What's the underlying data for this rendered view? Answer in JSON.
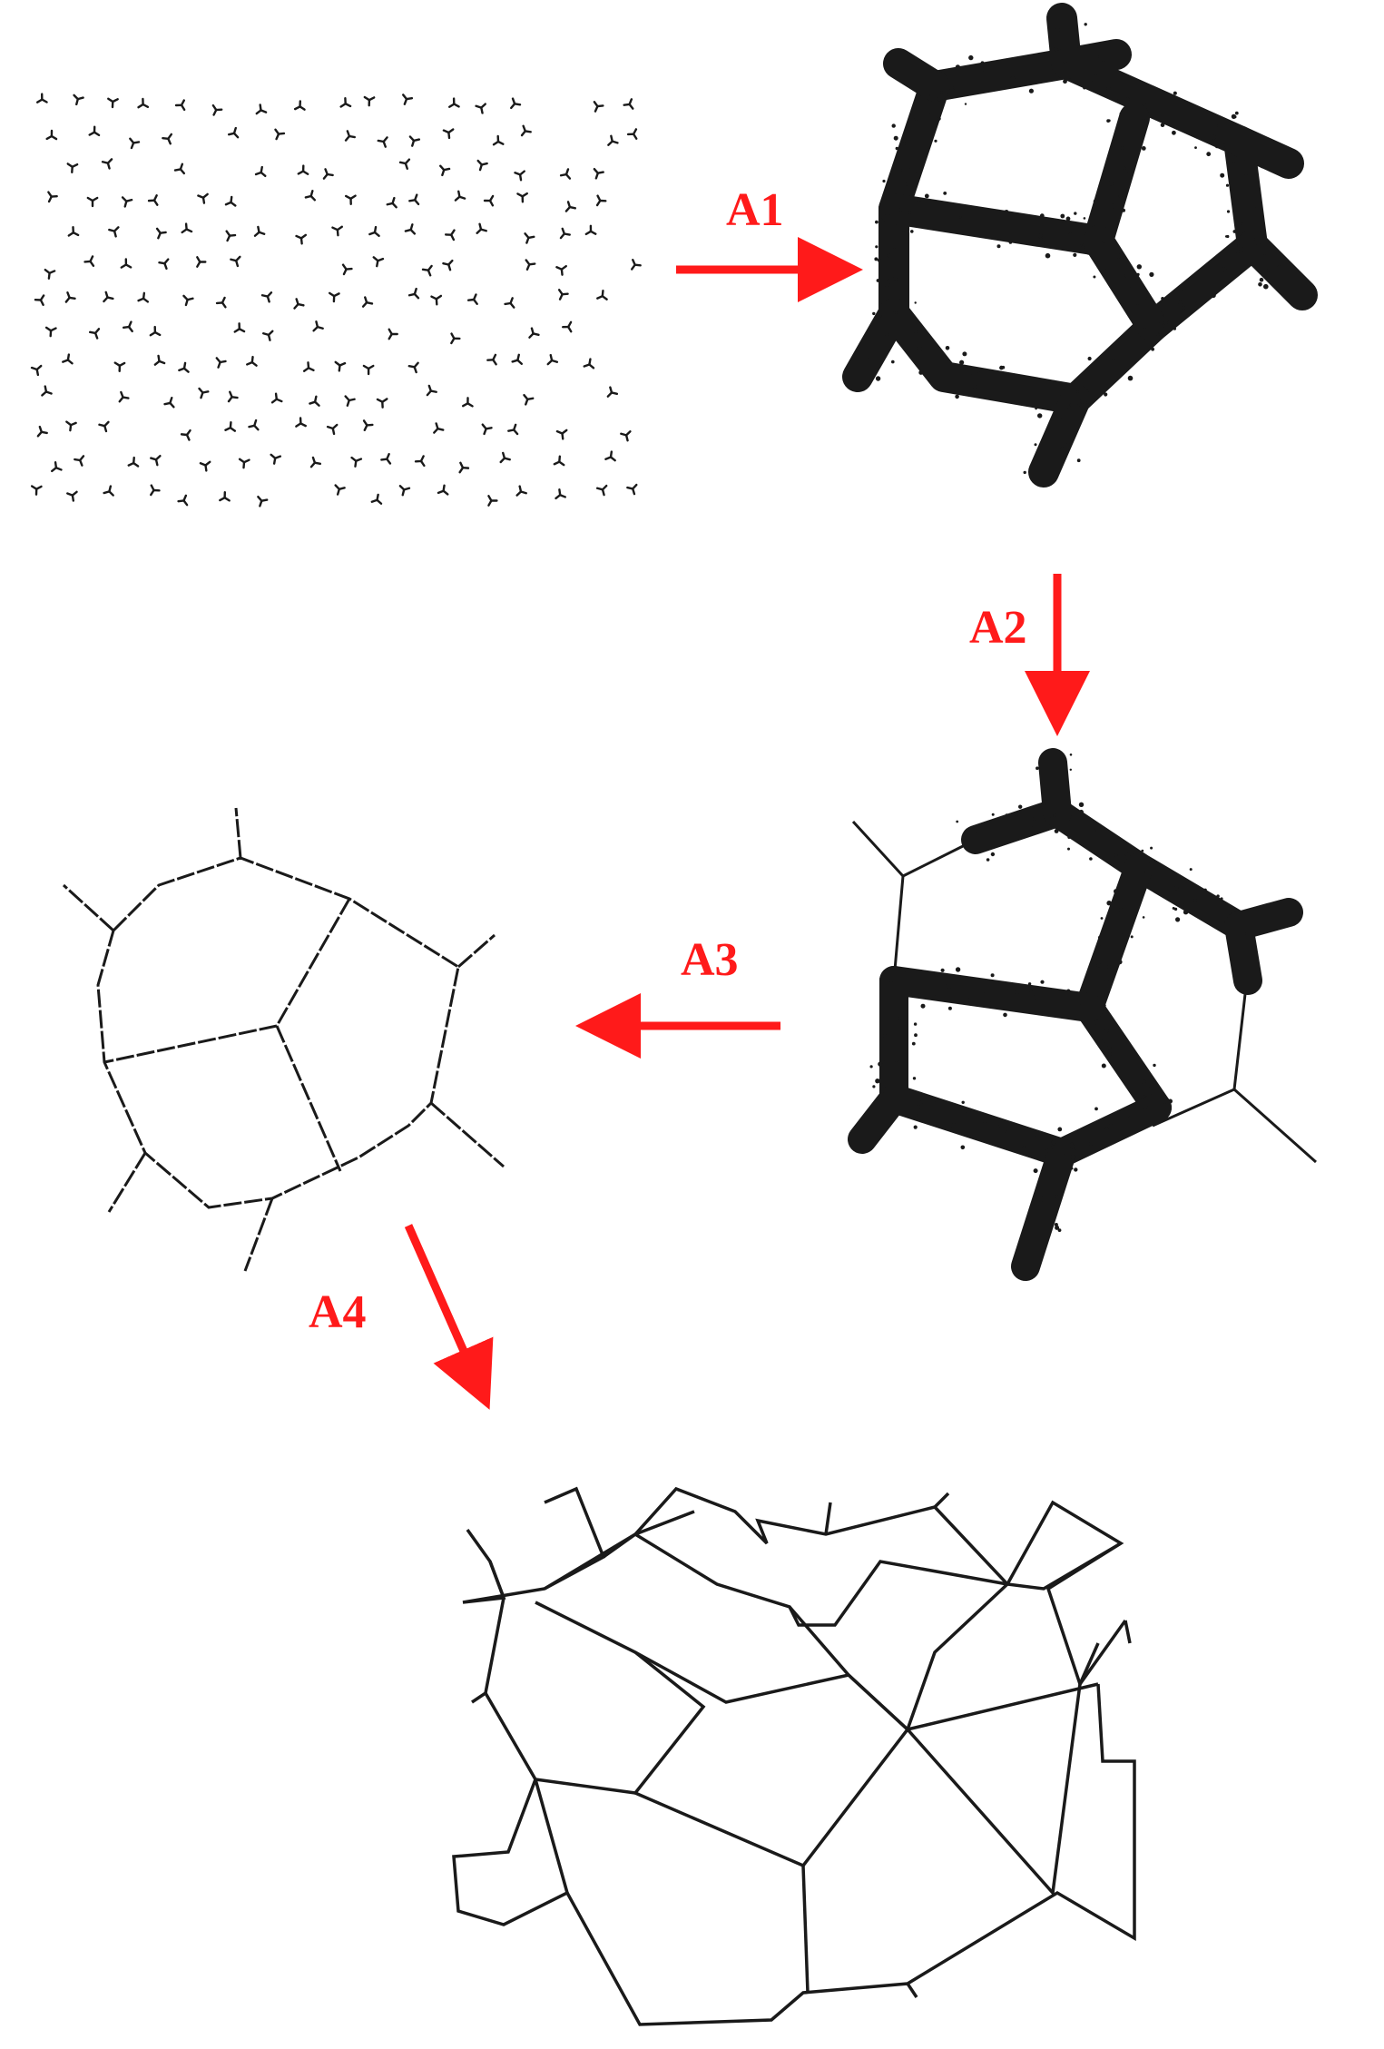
{
  "colors": {
    "arrow": "#ff1a1a",
    "ink": "#1a1a1a",
    "background": "#ffffff"
  },
  "steps": [
    {
      "label": "A1",
      "direction": "right"
    },
    {
      "label": "A2",
      "direction": "down"
    },
    {
      "label": "A3",
      "direction": "left"
    },
    {
      "label": "A4",
      "direction": "down-right"
    }
  ],
  "panels": [
    {
      "id": "point-cloud",
      "content": "scattered-tripod-points"
    },
    {
      "id": "thick-skeleton",
      "content": "dense-point-network"
    },
    {
      "id": "partially-thinned-skeleton",
      "content": "mixed-thin-and-dense-network"
    },
    {
      "id": "thin-skeleton",
      "content": "single-cell-line-network"
    },
    {
      "id": "polygon-network",
      "content": "multi-cell-line-network"
    }
  ]
}
